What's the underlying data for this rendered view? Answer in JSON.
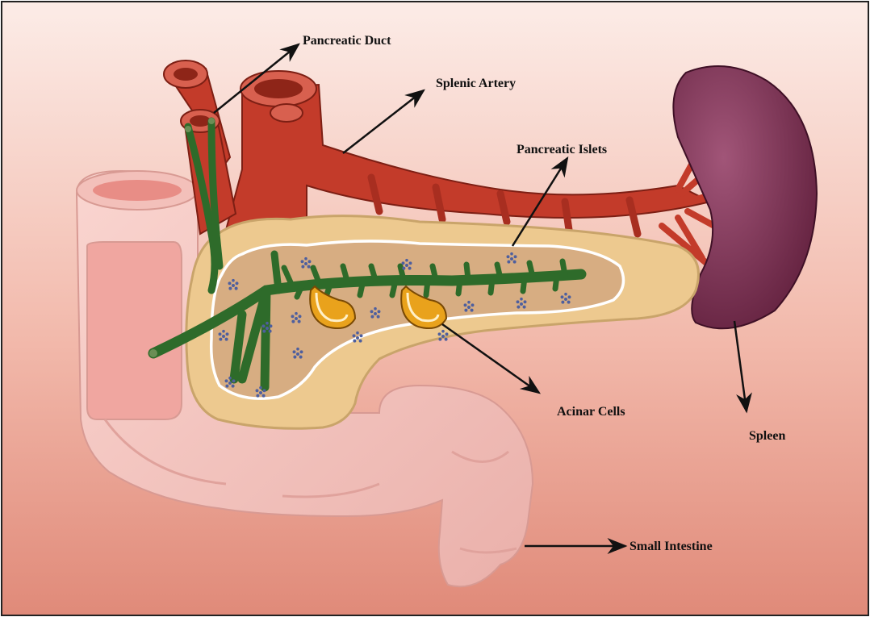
{
  "labels": {
    "pancreatic_duct": "Pancreatic Duct",
    "splenic_artery": "Splenic Artery",
    "pancreatic_islets": "Pancreatic Islets",
    "acinar_cells": "Acinar Cells",
    "spleen": "Spleen",
    "small_intestine": "Small Intestine"
  },
  "colors": {
    "background_top": "#fbe9e3",
    "background_bottom": "#e3907f",
    "intestine": "#f6c7c2",
    "intestine_shadow": "#e8a9a3",
    "artery": "#c33b2a",
    "artery_dark": "#8e2518",
    "pancreas": "#edc98f",
    "pancreas_inner": "#d8ad83",
    "duct": "#2e6b2a",
    "spleen": "#7a2e4f",
    "islet_dot": "#4e5f9e",
    "acinus": "#e9a21c"
  }
}
